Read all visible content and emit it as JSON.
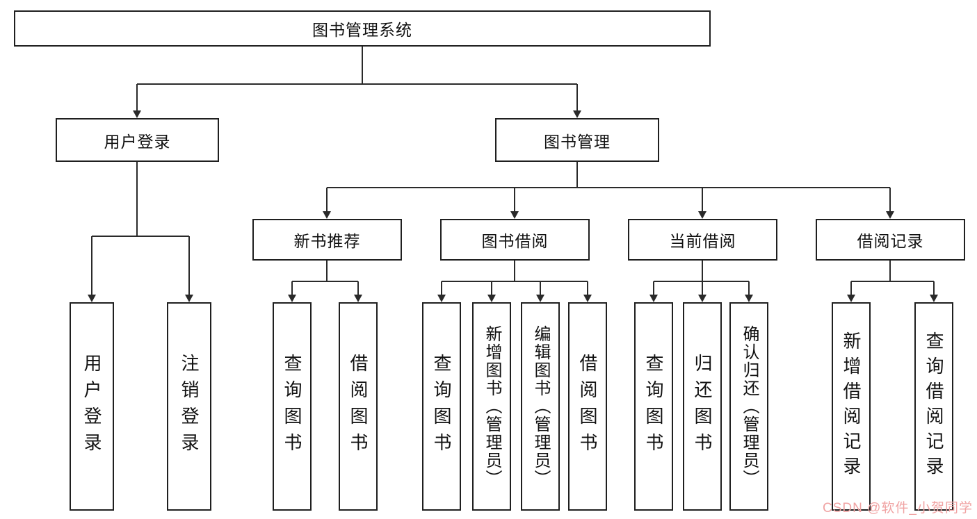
{
  "diagram": {
    "root": "图书管理系统",
    "level1": {
      "user_login": "用户登录",
      "book_mgmt": "图书管理"
    },
    "level2": {
      "new_book": "新书推荐",
      "borrow": "图书借阅",
      "current": "当前借阅",
      "records": "借阅记录"
    },
    "leaves": {
      "login": "用户登录",
      "logout": "注销登录",
      "nb_query": "查询图书",
      "nb_borrow": "借阅图书",
      "bb_query": "查询图书",
      "bb_add": "新增图书（管理员）",
      "bb_edit": "编辑图书（管理员）",
      "bb_borrow": "借阅图书",
      "cb_query": "查询图书",
      "cb_return": "归还图书",
      "cb_confirm": "确认归还（管理员）",
      "rec_add": "新增借阅记录",
      "rec_query": "查询借阅记录"
    }
  },
  "colors": {
    "line": "#2a2a2a",
    "border": "#1f1f1f",
    "watermark": "#f0a3a3"
  },
  "watermark": "CSDN @软件_小贺同学"
}
